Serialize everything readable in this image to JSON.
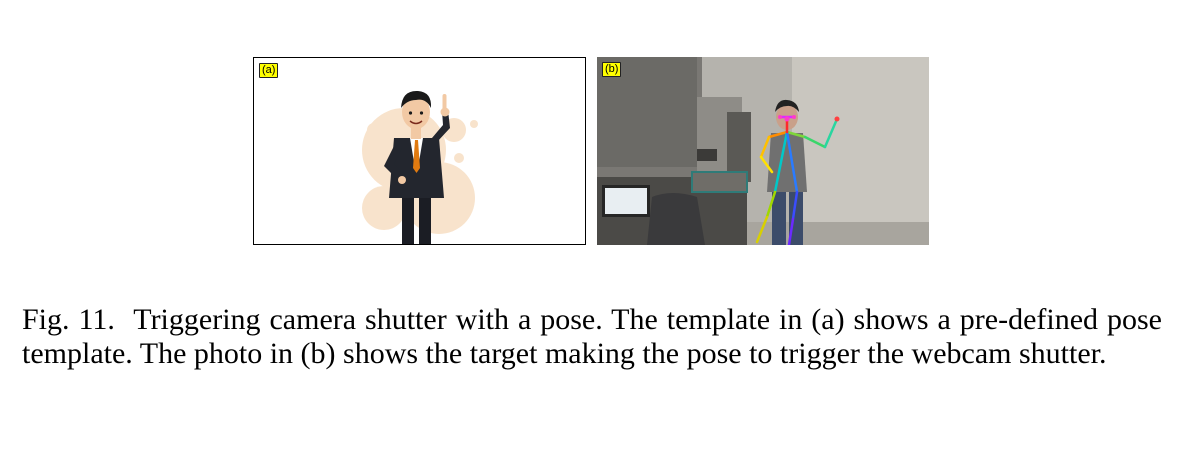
{
  "figure": {
    "panel_a": {
      "tag": "(a)"
    },
    "panel_b": {
      "tag": "(b)"
    },
    "caption": {
      "label": "Fig. 11.",
      "text": "Triggering camera shutter with a pose. The template in (a) shows a pre-defined pose template. The photo in (b) shows the target making the pose to trigger the webcam shutter."
    }
  }
}
